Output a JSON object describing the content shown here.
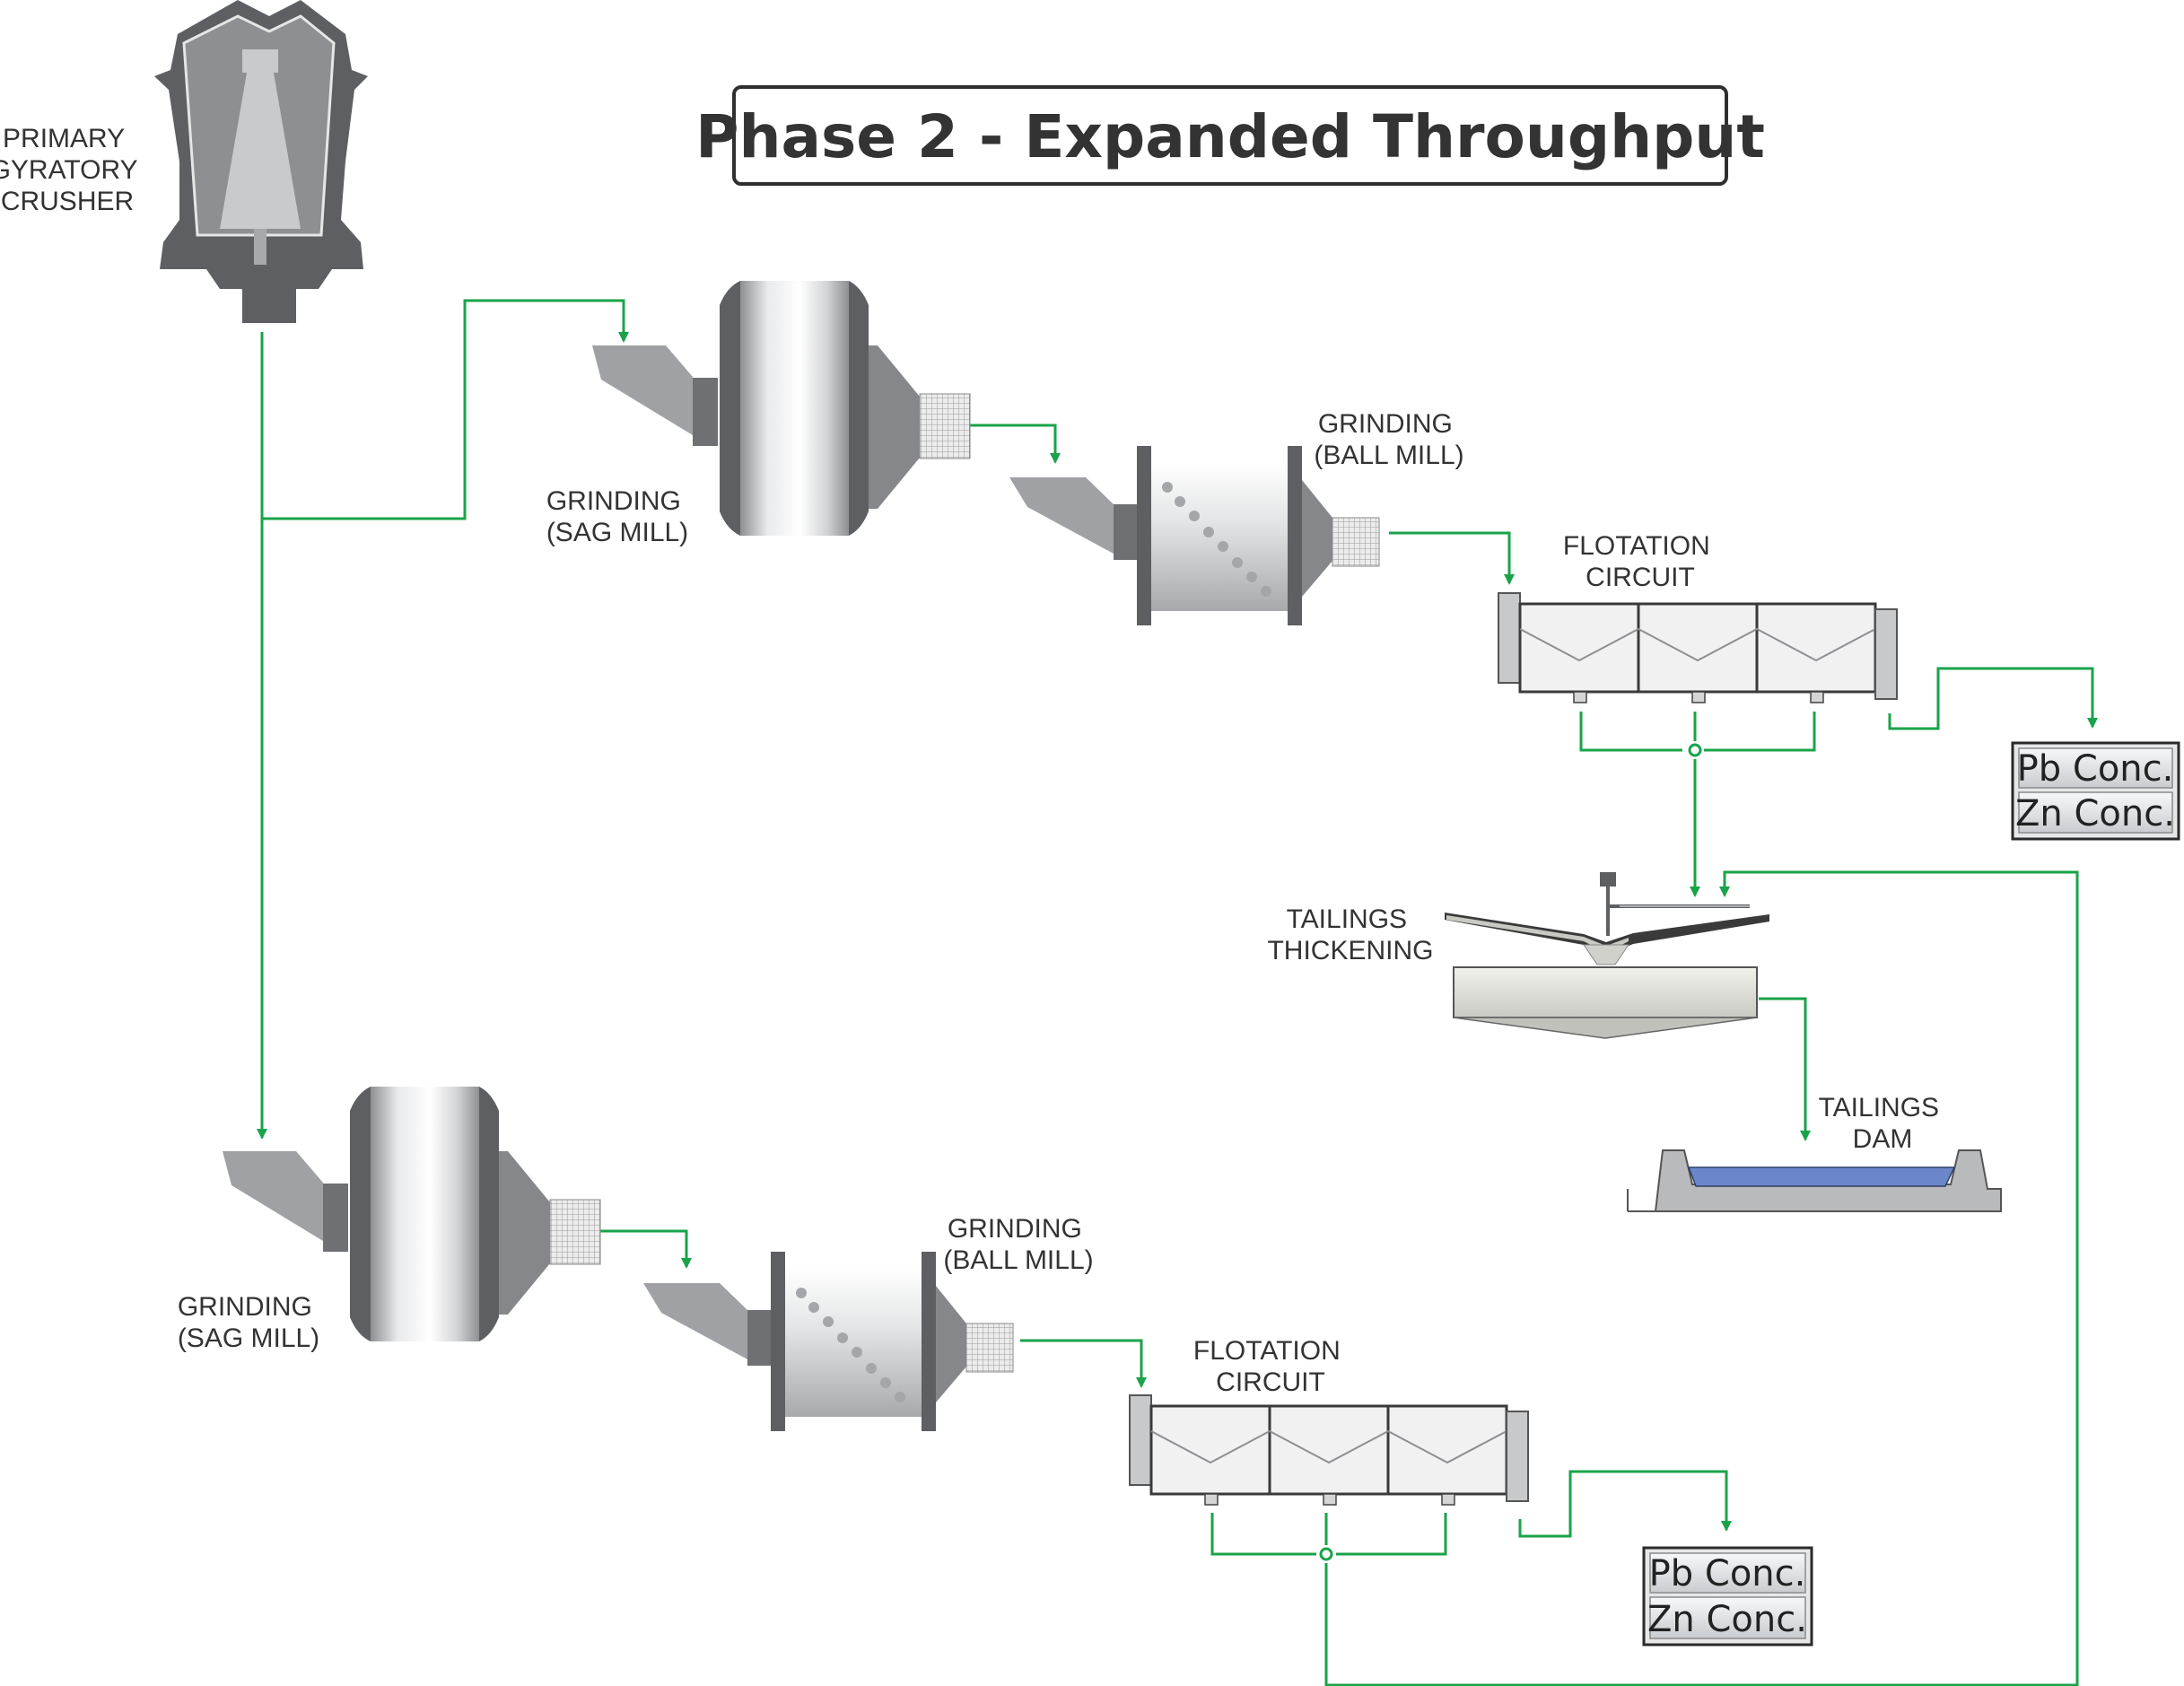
{
  "title": "Phase 2 - Expanded Throughput",
  "colors": {
    "flow_line": "#1aa34a",
    "equipment_dark": "#5d5f63",
    "equipment_light": "#c9cacc",
    "tailings_water": "#6b86c9"
  },
  "equipment": {
    "crusher": {
      "label_lines": [
        "PRIMARY",
        "GYRATORY",
        "CRUSHER"
      ],
      "icon": "gyratory-crusher-icon"
    },
    "line1": {
      "sag_mill": {
        "label_lines": [
          "GRINDING",
          "(SAG MILL)"
        ],
        "icon": "sag-mill-icon"
      },
      "ball_mill": {
        "label_lines": [
          "GRINDING",
          "(BALL MILL)"
        ],
        "icon": "ball-mill-icon"
      },
      "flotation": {
        "label_lines": [
          "FLOTATION",
          "CIRCUIT"
        ],
        "icon": "flotation-cells-icon"
      },
      "concentrates": [
        "Pb Conc.",
        "Zn Conc."
      ]
    },
    "line2": {
      "sag_mill": {
        "label_lines": [
          "GRINDING",
          "(SAG MILL)"
        ],
        "icon": "sag-mill-icon"
      },
      "ball_mill": {
        "label_lines": [
          "GRINDING",
          "(BALL MILL)"
        ],
        "icon": "ball-mill-icon"
      },
      "flotation": {
        "label_lines": [
          "FLOTATION",
          "CIRCUIT"
        ],
        "icon": "flotation-cells-icon"
      },
      "concentrates": [
        "Pb Conc.",
        "Zn Conc."
      ]
    },
    "thickener": {
      "label_lines": [
        "TAILINGS",
        "THICKENING"
      ],
      "icon": "thickener-icon"
    },
    "tailings_dam": {
      "label_lines": [
        "TAILINGS",
        "DAM"
      ],
      "icon": "tailings-dam-icon"
    }
  }
}
